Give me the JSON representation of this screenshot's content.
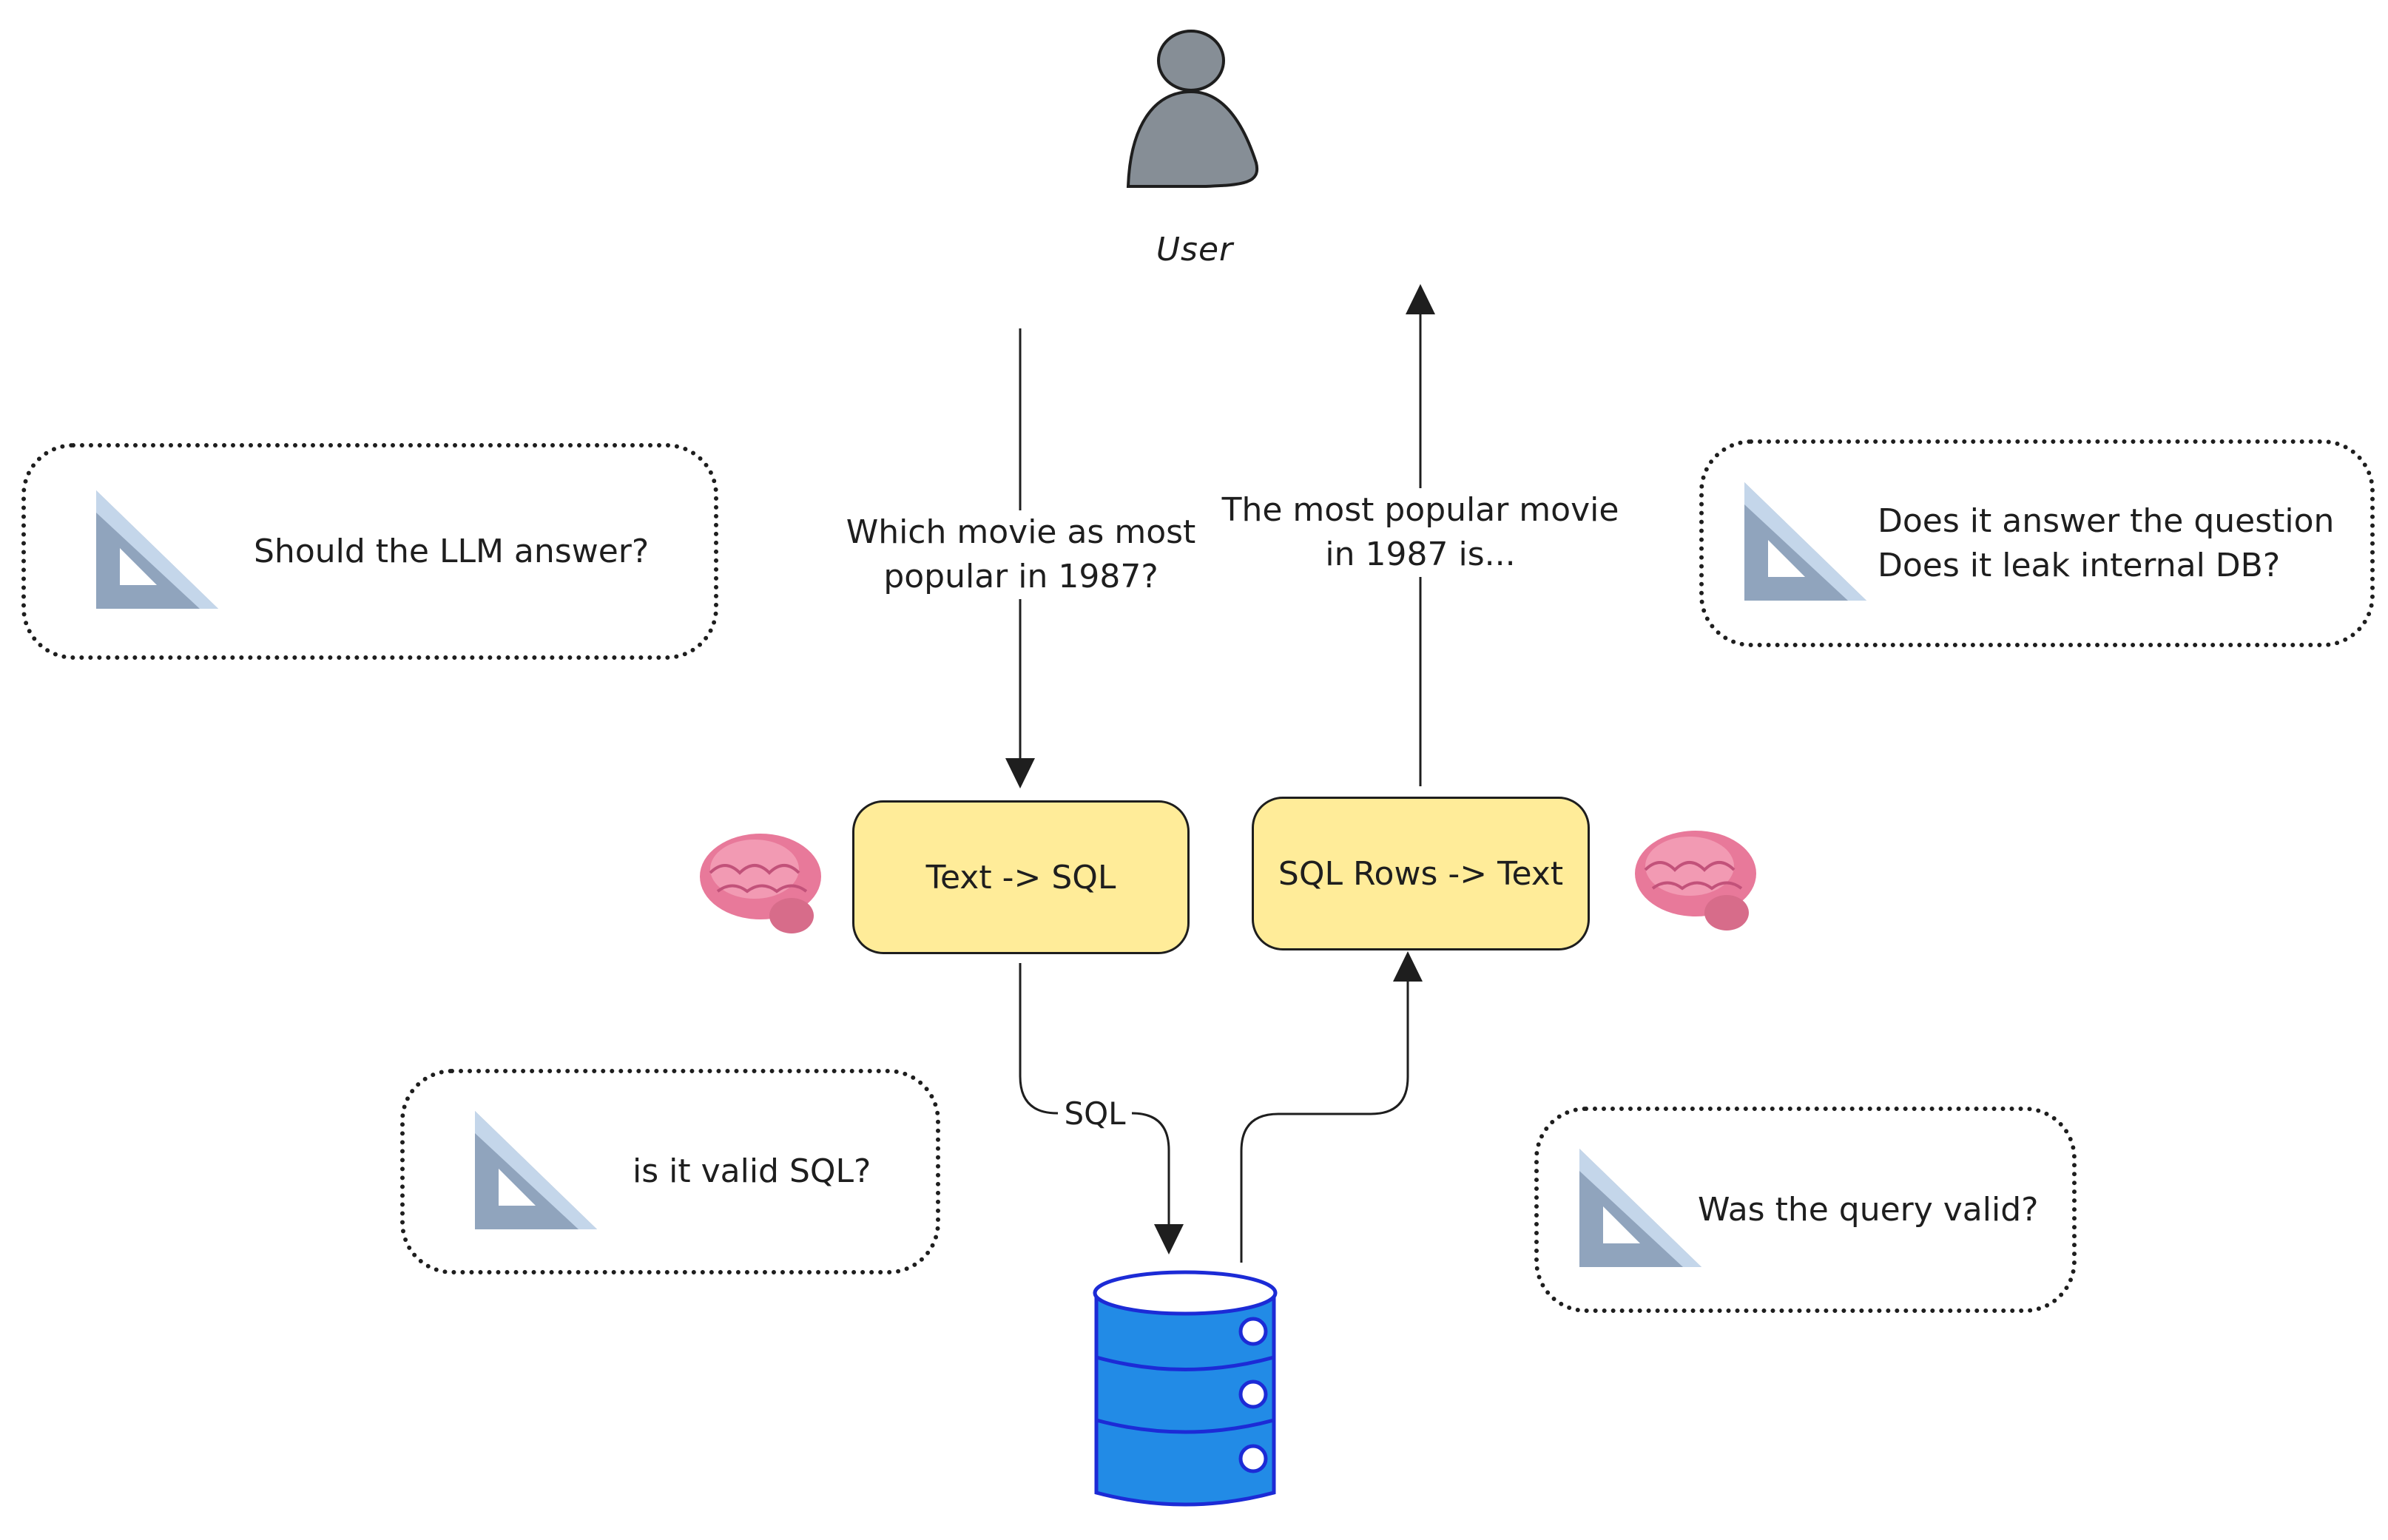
{
  "user": {
    "label": "User",
    "icon": "user-icon"
  },
  "flows": {
    "question_label_line1": "Which movie as most",
    "question_label_line2": "popular in 1987?",
    "answer_label_line1": "The most popular movie",
    "answer_label_line2": "in 1987 is...",
    "sql_label": "SQL"
  },
  "processes": {
    "text_to_sql": "Text -> SQL",
    "rows_to_text": "SQL Rows -> Text",
    "llm_icon": "brain-icon"
  },
  "checks": [
    {
      "icon": "set-square-icon",
      "lines": [
        "Should the LLM answer?"
      ]
    },
    {
      "icon": "set-square-icon",
      "lines": [
        "Does it answer the question",
        "Does it leak internal DB?"
      ]
    },
    {
      "icon": "set-square-icon",
      "lines": [
        "is it valid SQL?"
      ]
    },
    {
      "icon": "set-square-icon",
      "lines": [
        "Was the query valid?"
      ]
    }
  ],
  "database": {
    "icon": "database-icon"
  },
  "colors": {
    "process_fill": "#ffec99",
    "db_fill": "#228be6",
    "db_stroke": "#1c2bd6",
    "user_fill": "#868e96",
    "stroke": "#1e1e1e"
  }
}
